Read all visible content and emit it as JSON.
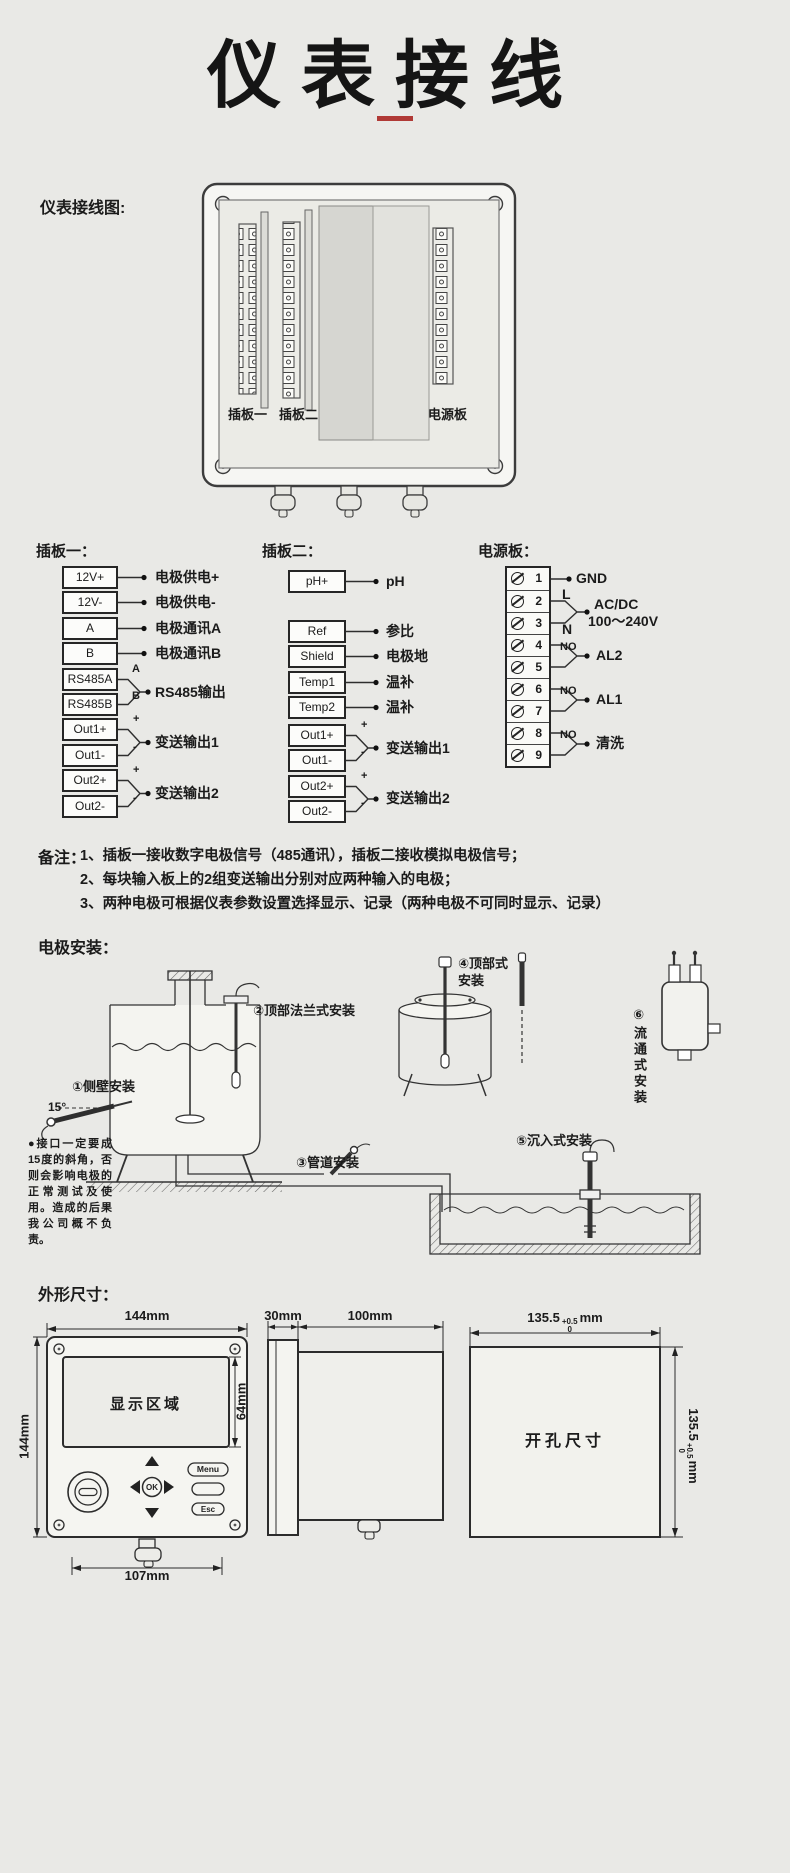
{
  "page": {
    "title": "仪表接线"
  },
  "wiring": {
    "section_label": "仪表接线图:",
    "board1_label": "插板一",
    "board2_label": "插板二",
    "power_label": "电源板"
  },
  "board1": {
    "title": "插板一：",
    "terminals": [
      "12V+",
      "12V-",
      "A",
      "B",
      "RS485A",
      "RS485B",
      "Out1+",
      "Out1-",
      "Out2+",
      "Out2-"
    ],
    "labels": [
      "电极供电+",
      "电极供电-",
      "电极通讯A",
      "电极通讯B",
      "RS485输出",
      "变送输出1",
      "变送输出2"
    ],
    "marks": [
      "A",
      "B",
      "+",
      "-",
      "+",
      "-"
    ]
  },
  "board2": {
    "title": "插板二：",
    "terminals": [
      "pH+",
      "Ref",
      "Shield",
      "Temp1",
      "Temp2",
      "Out1+",
      "Out1-",
      "Out2+",
      "Out2-"
    ],
    "labels": [
      "pH",
      "参比",
      "电极地",
      "温补",
      "温补",
      "变送输出1",
      "变送输出2"
    ],
    "marks": [
      "+",
      "-",
      "+",
      "-"
    ]
  },
  "power": {
    "title": "电源板：",
    "numbers": [
      "1",
      "2",
      "3",
      "4",
      "5",
      "6",
      "7",
      "8",
      "9"
    ],
    "gnd": "GND",
    "line_l": "L",
    "line_n": "N",
    "supply_1": "AC/DC",
    "supply_2": "100～240V",
    "no": "NO",
    "al2": "AL2",
    "al1": "AL1",
    "wash": "清洗"
  },
  "notes": {
    "label": "备注：",
    "lines": [
      "1、插板一接收数字电极信号（485通讯），插板二接收模拟电极信号；",
      "2、每块输入板上的2组变送输出分别对应两种输入的电极；",
      "3、两种电极可根据仪表参数设置选择显示、记录（两种电极不可同时显示、记录）"
    ]
  },
  "install": {
    "label": "电极安装：",
    "side_wall": "①侧壁安装",
    "top_flange": "②顶部法兰式安装",
    "pipe": "③管道安装",
    "top_mount": "④顶部式安装",
    "immersion": "⑤沉入式安装",
    "flow_cell": "⑥流通式安装",
    "angle": "15°",
    "warning": "●接口一定要成15度的斜角，否则会影响电极的正常测试及使用。造成的后果我公司概不负责。"
  },
  "dims": {
    "label": "外形尺寸：",
    "front_width": "144mm",
    "front_height": "144mm",
    "display_area": "显示区域",
    "display_height": "64mm",
    "bottom_width": "107mm",
    "bezel_depth": "30mm",
    "body_depth": "100mm",
    "cutout_label": "开孔尺寸",
    "cutout_value": "135.5",
    "tol_plus": "+0.5",
    "tol_zero": "0",
    "unit": "mm",
    "btn_ok": "OK",
    "btn_menu": "Menu",
    "btn_esc": "Esc"
  }
}
